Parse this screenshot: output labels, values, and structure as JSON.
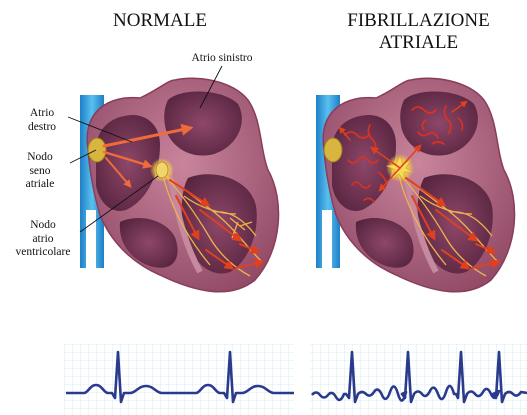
{
  "titles": {
    "normal": "NORMALE",
    "afib_line1": "FIBRILLAZIONE",
    "afib_line2": "ATRIALE"
  },
  "labels": {
    "left_atrium": "Atrio sinistro",
    "right_atrium_1": "Atrio",
    "right_atrium_2": "destro",
    "sa_node_1": "Nodo",
    "sa_node_2": "seno",
    "sa_node_3": "atriale",
    "av_node_1": "Nodo",
    "av_node_2": "atrio",
    "av_node_3": "ventricolare"
  },
  "colors": {
    "heart_outer": "#b0607a",
    "heart_inner": "#6e2f4d",
    "vessel_blue": "#3aa1de",
    "conduction": "#f0b24a",
    "signal_red": "#e03a1e",
    "ecg_line": "#2a3a8c",
    "ecg_grid": "#cfe6ef"
  }
}
